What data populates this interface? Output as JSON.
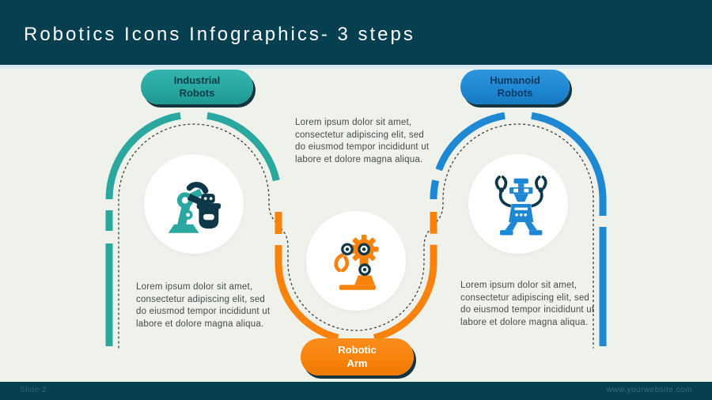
{
  "slide": {
    "title": "Robotics Icons Infographics- 3 steps",
    "footer": {
      "slide_label": "Slide 2",
      "website": "www.yourwebsite.com"
    }
  },
  "colors": {
    "header_bar": "#064050",
    "footer_bar": "#064050",
    "background": "#eef2eb",
    "teal": "#2aa8a0",
    "blue": "#1f88d2",
    "orange": "#f8820b",
    "dotted_line": "#3c3c3c",
    "body_text": "#45494c"
  },
  "steps": [
    {
      "label": "Industrial\nRobots",
      "icon": "industrial-robot-icon",
      "color": "#2aa8a0",
      "description": "Lorem ipsum dolor sit amet,\nconsectetur adipiscing elit, sed\ndo eiusmod tempor incididunt ut\nlabore et dolore magna aliqua."
    },
    {
      "label": "Robotic\nArm",
      "icon": "robotic-arm-icon",
      "color": "#f8820b",
      "description": "Lorem ipsum dolor sit amet,\nconsectetur adipiscing elit, sed\ndo eiusmod tempor incididunt ut\nlabore et dolore magna aliqua."
    },
    {
      "label": "Humanoid\nRobots",
      "icon": "humanoid-robot-icon",
      "color": "#1f88d2",
      "description": "Lorem ipsum dolor sit amet,\nconsectetur adipiscing elit, sed\ndo eiusmod tempor incididunt ut\nlabore et dolore magna aliqua."
    }
  ]
}
